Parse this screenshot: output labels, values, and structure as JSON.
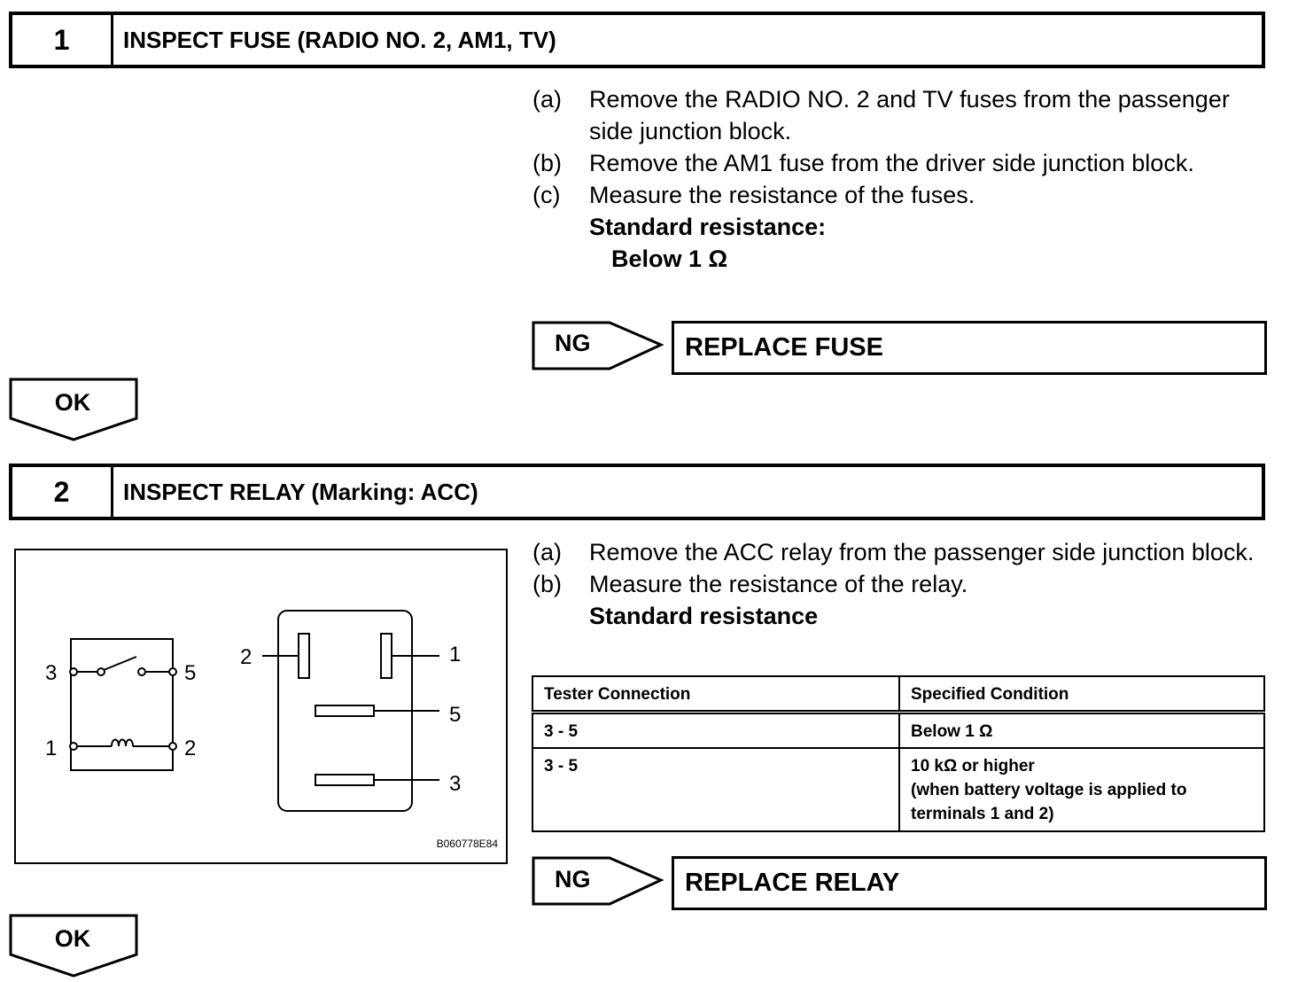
{
  "step1": {
    "number": "1",
    "title": "INSPECT FUSE (RADIO NO. 2, AM1, TV)",
    "instructions": [
      {
        "key": "(a)",
        "text": "Remove the RADIO NO. 2 and TV fuses from the passenger side junction block."
      },
      {
        "key": "(b)",
        "text": "Remove the AM1 fuse from the driver side junction block."
      },
      {
        "key": "(c)",
        "text": "Measure the resistance of the fuses."
      }
    ],
    "spec_label": "Standard resistance:",
    "spec_value": "Below 1 Ω",
    "ng_label": "NG",
    "ng_action": "REPLACE FUSE",
    "ok_label": "OK"
  },
  "step2": {
    "number": "2",
    "title": "INSPECT RELAY (Marking: ACC)",
    "instructions": [
      {
        "key": "(a)",
        "text": "Remove the ACC relay from the passenger side junction block."
      },
      {
        "key": "(b)",
        "text": "Measure the resistance of the relay."
      }
    ],
    "spec_label": "Standard resistance",
    "table": {
      "headers": [
        "Tester Connection",
        "Specified Condition"
      ],
      "rows": [
        {
          "connection": "3 - 5",
          "condition": "Below 1 Ω"
        },
        {
          "connection": "3 - 5",
          "condition_lines": [
            "10 kΩ or higher",
            "(when battery voltage is applied to",
            "terminals 1 and 2)"
          ]
        }
      ]
    },
    "figure": {
      "schematic_terminals": [
        "3",
        "5",
        "1",
        "2"
      ],
      "connector_terminals": [
        "2",
        "1",
        "5",
        "3"
      ],
      "code": "B060778E84"
    },
    "ng_label": "NG",
    "ng_action": "REPLACE RELAY",
    "ok_label": "OK"
  }
}
